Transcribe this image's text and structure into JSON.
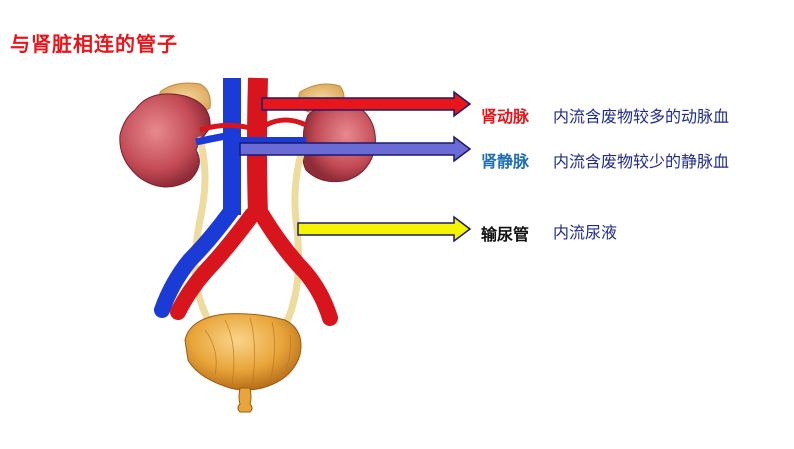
{
  "title": "与肾脏相连的管子",
  "rows": [
    {
      "name": "肾动脉",
      "desc": "内流含废物较多的动脉血",
      "name_color": "#e8161b",
      "arrow_color": "#e8161b"
    },
    {
      "name": "肾静脉",
      "desc": "内流含废物较少的静脉血",
      "name_color": "#1f6fb5",
      "arrow_color": "#6b6bd6"
    },
    {
      "name": "输尿管",
      "desc": "内流尿液",
      "name_color": "#111111",
      "arrow_color": "#f5f500"
    }
  ],
  "colors": {
    "title": "#e8161b",
    "desc": "#1f2b8f",
    "arrow_outline": "#1a1a6e",
    "artery": "#d8141c",
    "vein": "#1a3bd6",
    "kidney": "#c95058",
    "ureter": "#f0dfa0",
    "bladder": "#e8a53a"
  }
}
